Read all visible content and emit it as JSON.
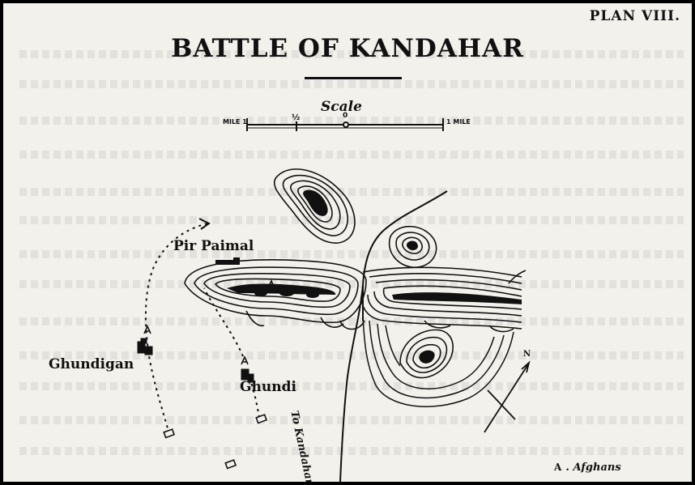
{
  "header": {
    "plan_label": "PLAN VIII.",
    "title": "BATTLE OF KANDAHAR"
  },
  "scale": {
    "title": "Scale",
    "left_label": "MILE 1",
    "half_label": "½",
    "zero_label": "0",
    "right_label": "1 MILE"
  },
  "places": {
    "pir_paimal": "Pir Paimal",
    "ghundigan": "Ghundigan",
    "ghundi": "Ghundi"
  },
  "road": {
    "label": "To Kandahar"
  },
  "legend": {
    "marker": "A",
    "text": ". Afghans"
  },
  "compass": {
    "north_label": "N"
  },
  "colors": {
    "ink": "#111111",
    "paper": "#f3f1ec",
    "frame": "#000000"
  }
}
